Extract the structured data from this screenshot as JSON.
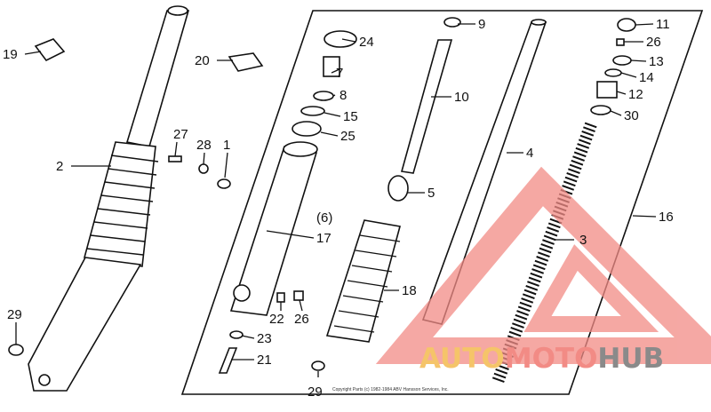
{
  "diagram": {
    "callouts": [
      "19",
      "20",
      "27",
      "28",
      "1",
      "2",
      "29",
      "24",
      "9",
      "11",
      "26",
      "7",
      "13",
      "14",
      "8",
      "10",
      "12",
      "15",
      "30",
      "25",
      "4",
      "5",
      "16",
      "(6)",
      "17",
      "3",
      "18",
      "22",
      "26",
      "23",
      "21",
      "29"
    ],
    "copyright": "Copyright Parts (c) 1982-1984 ABV Hansson Services, Inc."
  },
  "watermark": {
    "auto": "AUTO",
    "moto": "MOTO",
    "hub": "HUB",
    "colors": {
      "auto": "#f5c469",
      "moto": "#f28b85",
      "hub": "#8a8a8a",
      "logo": "#f28b85"
    }
  }
}
